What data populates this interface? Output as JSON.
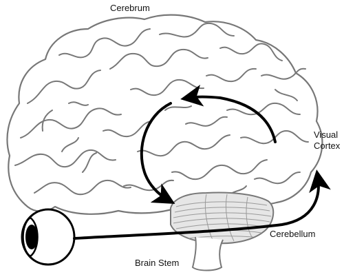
{
  "labels": {
    "cerebrum": "Cerebrum",
    "visual_cortex_line1": "Visual",
    "visual_cortex_line2": "Cortex",
    "cerebellum": "Cerebellum",
    "brain_stem": "Brain Stem"
  },
  "colors": {
    "outline": "#777777",
    "arrow": "#000000",
    "background": "#ffffff",
    "cerebellum_fill": "#e6e6e6"
  }
}
